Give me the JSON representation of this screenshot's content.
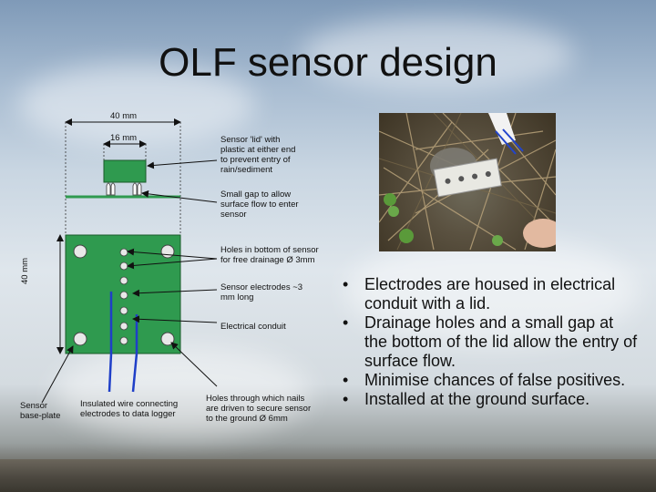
{
  "title": "OLF sensor design",
  "dims": {
    "width_40": "40 mm",
    "width_16": "16 mm",
    "height_40": "40 mm"
  },
  "labels": {
    "lid": "Sensor 'lid' with plastic at either end to prevent entry of rain/sediment",
    "gap": "Small gap to allow surface flow to enter sensor",
    "holes_bottom": "Holes in bottom of sensor for free drainage Ø 3mm",
    "electrodes": "Sensor electrodes ~3 mm long",
    "conduit": "Electrical conduit",
    "nail_holes": "Holes through which nails are driven to secure sensor to the ground Ø 6mm",
    "wire": "Insulated wire connecting electrodes to data logger",
    "base_plate": "Sensor base-plate"
  },
  "bullets": [
    "Electrodes are housed in electrical conduit with a lid.",
    "Drainage holes and a small gap at the bottom of the lid allow the entry of surface flow.",
    "Minimise chances of false positives.",
    "Installed at the ground surface."
  ],
  "colors": {
    "plate": "#2f9a4f",
    "wire": "#1f3fc8"
  }
}
